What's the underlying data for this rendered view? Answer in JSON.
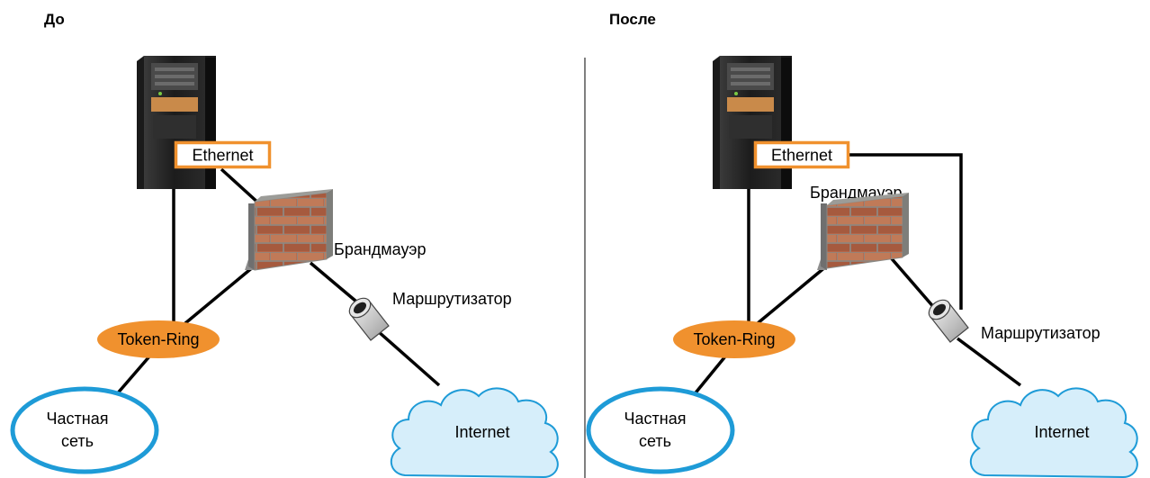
{
  "panels": {
    "before": {
      "heading": "До",
      "ethernet": "Ethernet",
      "firewall": "Брандмауэр",
      "router": "Маршрутизатор",
      "token_ring": "Token-Ring",
      "private_net_line1": "Частная",
      "private_net_line2": "сеть",
      "internet": "Internet"
    },
    "after": {
      "heading": "После",
      "ethernet": "Ethernet",
      "firewall": "Брандмауэр",
      "router": "Маршрутизатор",
      "token_ring": "Token-Ring",
      "private_net_line1": "Частная",
      "private_net_line2": "сеть",
      "internet": "Internet"
    }
  },
  "colors": {
    "accent_orange": "#F0912E",
    "private_net_ring": "#1E9BD7",
    "cloud_fill": "#D6EEFA",
    "cloud_stroke": "#1E9BD7",
    "brick": "#B86A4C"
  }
}
